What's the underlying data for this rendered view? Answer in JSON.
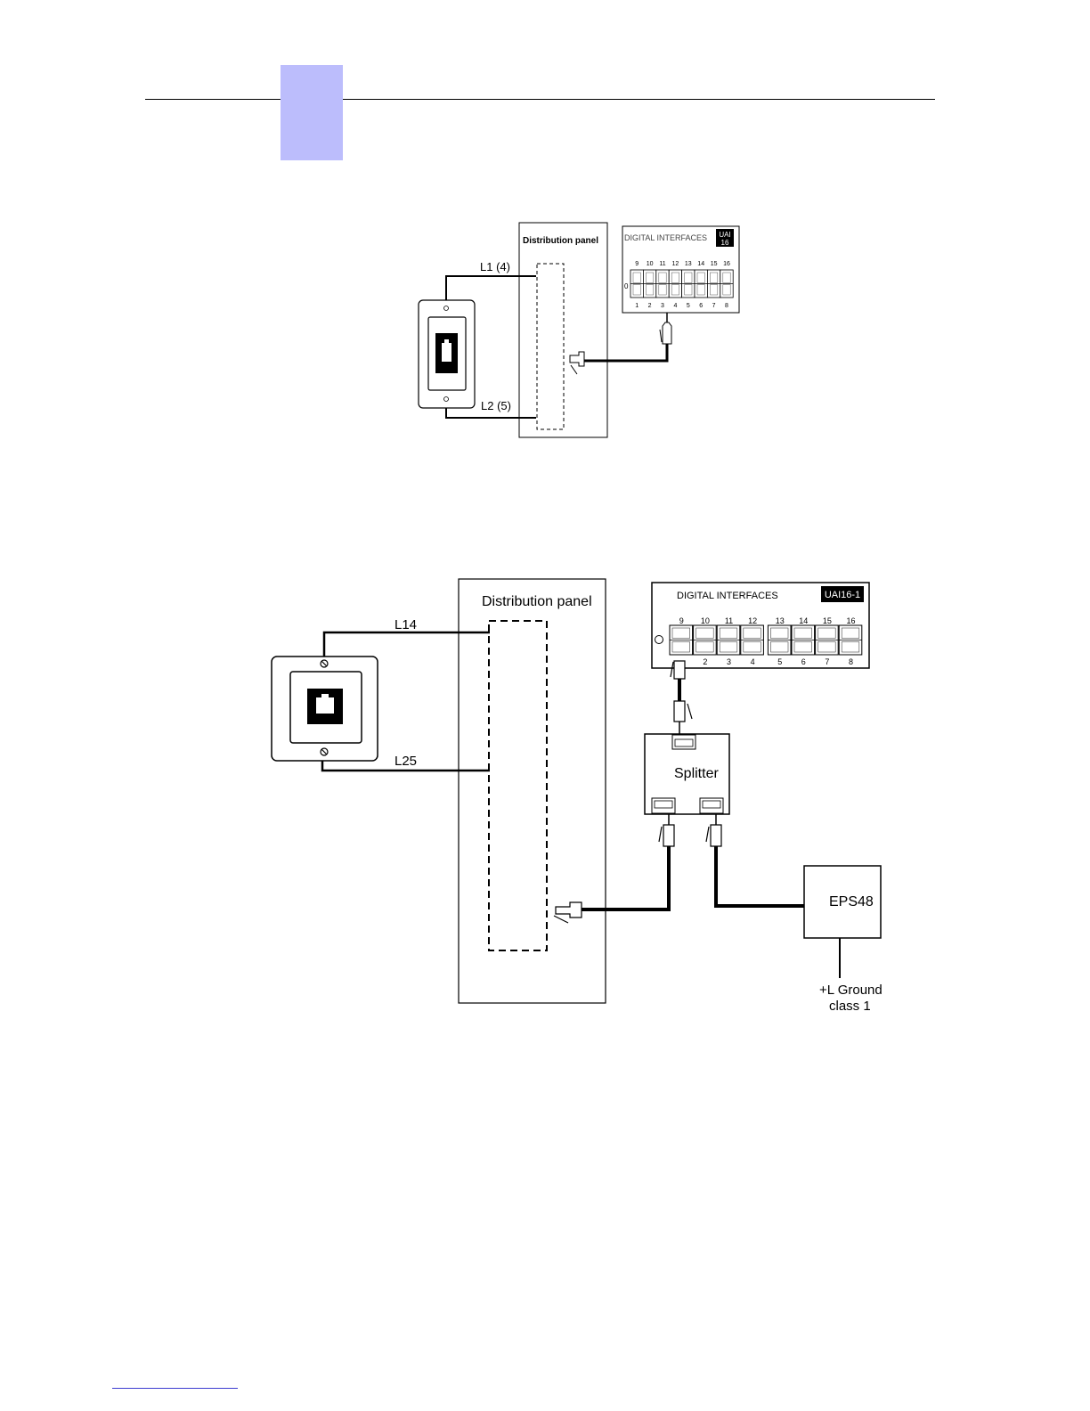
{
  "header": {
    "chapter_tab_color": "#bcbdfc"
  },
  "diagram1": {
    "panel_label": "Distribution panel",
    "line_top_label": "L1 (4)",
    "line_bottom_label": "L2 (5)",
    "board_label": "DIGITAL INTERFACES",
    "badge_line1": "UAI",
    "badge_line2": "16",
    "left_marker": "0",
    "top_ports": [
      "9",
      "10",
      "11",
      "12",
      "13",
      "14",
      "15",
      "16"
    ],
    "bottom_ports": [
      "1",
      "2",
      "3",
      "4",
      "5",
      "6",
      "7",
      "8"
    ]
  },
  "diagram2": {
    "panel_label": "Distribution panel",
    "line_top_label": "L14",
    "line_bottom_label": "L25",
    "board_label": "DIGITAL INTERFACES",
    "badge": "UAI16-1",
    "top_ports": [
      "9",
      "10",
      "11",
      "12",
      "13",
      "14",
      "15",
      "16"
    ],
    "bottom_ports": [
      "2",
      "3",
      "4",
      "5",
      "6",
      "7",
      "8"
    ],
    "splitter_label": "Splitter",
    "eps_label": "EPS48",
    "ground_line1": "+L Ground",
    "ground_line2": "class 1"
  }
}
